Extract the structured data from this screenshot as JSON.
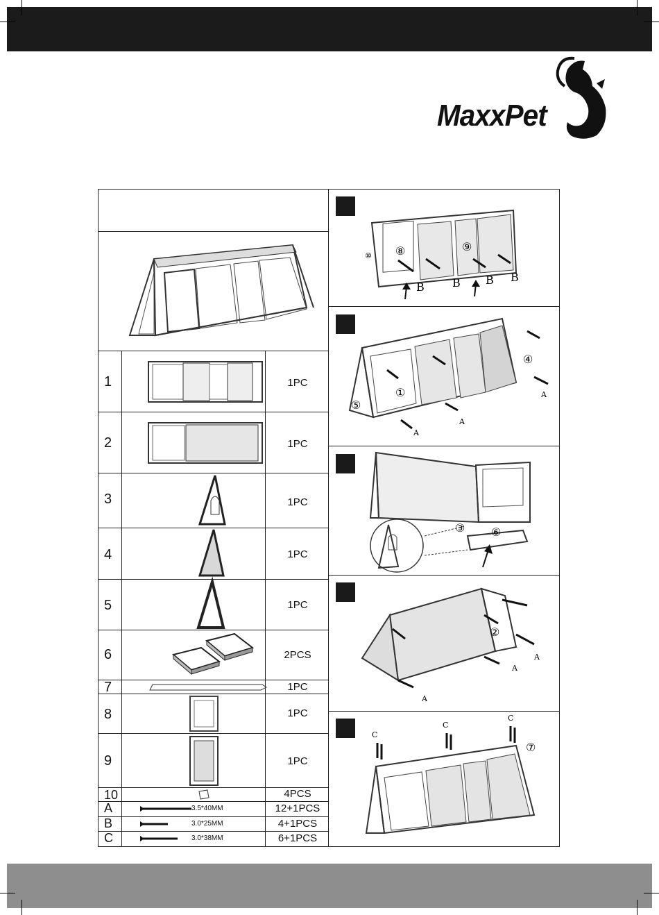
{
  "brand": {
    "logo_text": "MaxxPet"
  },
  "parts": [
    {
      "id": "1",
      "qty": "1PC"
    },
    {
      "id": "2",
      "qty": "1PC"
    },
    {
      "id": "3",
      "qty": "1PC"
    },
    {
      "id": "4",
      "qty": "1PC"
    },
    {
      "id": "5",
      "qty": "1PC"
    },
    {
      "id": "6",
      "qty": "2PCS"
    },
    {
      "id": "7",
      "qty": "1PC"
    },
    {
      "id": "8",
      "qty": "1PC"
    },
    {
      "id": "9",
      "qty": "1PC"
    },
    {
      "id": "10",
      "qty": "4PCS"
    },
    {
      "id": "A",
      "size": "3.5*40MM",
      "qty": "12+1PCS"
    },
    {
      "id": "B",
      "size": "3.0*25MM",
      "qty": "4+1PCS"
    },
    {
      "id": "C",
      "size": "3.0*38MM",
      "qty": "6+1PCS"
    }
  ],
  "callouts": {
    "step1": [
      "⑩",
      "⑧",
      "⑨",
      "B",
      "B",
      "B",
      "B"
    ],
    "step2": [
      "④",
      "①",
      "⑤",
      "A",
      "A",
      "A"
    ],
    "step3": [
      "③",
      "⑥"
    ],
    "step4": [
      "②",
      "A",
      "A",
      "A"
    ],
    "step5": [
      "C",
      "C",
      "C",
      "⑦"
    ]
  }
}
